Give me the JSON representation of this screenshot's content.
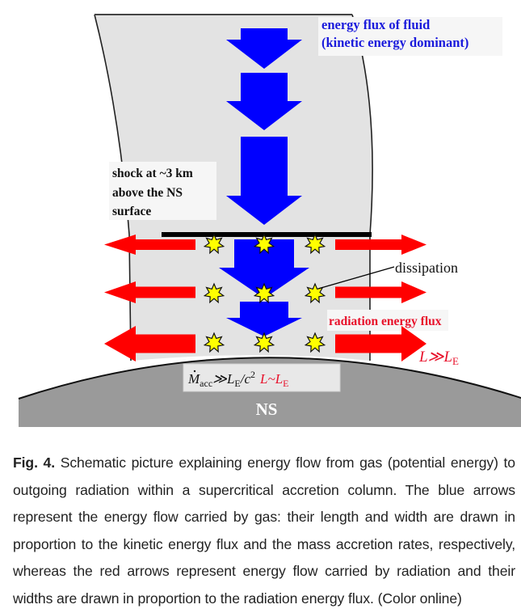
{
  "figure": {
    "labels": {
      "energy_flux_line1": "energy flux of fluid",
      "energy_flux_line2": "(kinetic energy dominant)",
      "shock_line1": "shock at ~3 km",
      "shock_line2": "above the NS",
      "shock_line3": "surface",
      "dissipation": "dissipation",
      "radiation_flux": "radiation energy flux",
      "luminosity_outside": "L≫L",
      "luminosity_outside_sub": "E",
      "mdot_symbol": "M",
      "mdot_sub": "acc",
      "mdot_relation": "≫L",
      "mdot_relation_sub": "E",
      "mdot_relation_tail": "/c",
      "mdot_relation_sup": "2",
      "luminosity_inside": "L~L",
      "luminosity_inside_sub": "E",
      "neutron_star": "NS"
    },
    "colors": {
      "column_fill": "#e3e3e3",
      "gas_arrow": "#0000ff",
      "radiation_arrow": "#ff0000",
      "star_fill": "#ffff00",
      "neutron_star_fill": "#9a9a9a",
      "blue_text": "#1a1adc",
      "red_text": "#e8102a"
    },
    "gas_arrow_count": 5,
    "radiation_arrow_rows": 3,
    "dissipation_star_rows": 3,
    "dissipation_star_columns": 3
  },
  "caption": {
    "figure_number": "Fig. 4.",
    "text": "Schematic picture explaining energy flow from gas (potential energy) to outgoing radiation within a supercritical accretion column. The blue arrows represent the energy flow carried by gas: their length and width are drawn in proportion to the kinetic energy flux and the mass accretion rates, respectively, whereas the red arrows represent energy flow carried by radiation and their widths are drawn in proportion to the radiation energy flux. (Color online)"
  }
}
